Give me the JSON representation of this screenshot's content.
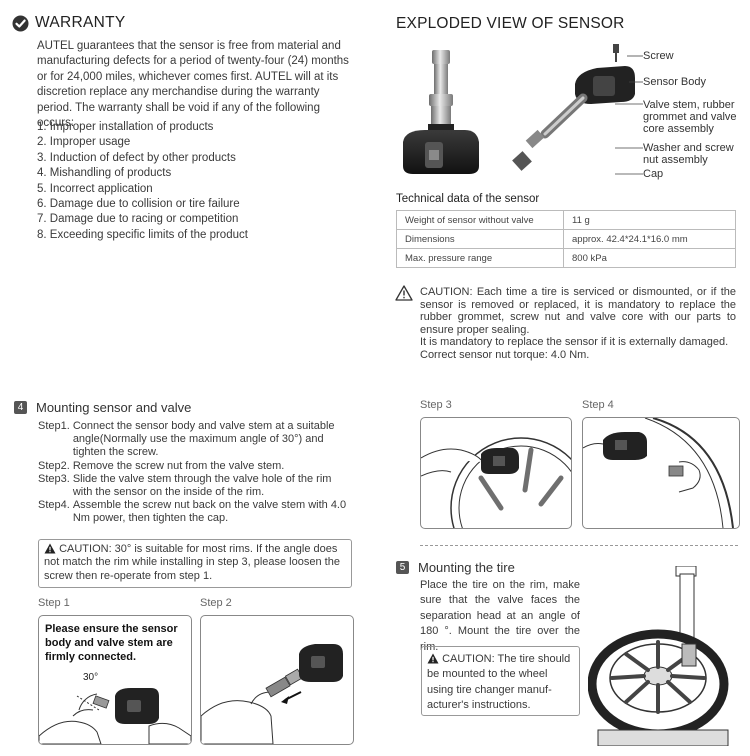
{
  "warranty": {
    "title": "WARRANTY",
    "body": "AUTEL guarantees that the sensor is free from material and manufacturing defects for a period of twenty-four (24) months or for 24,000 miles, whichever comes first. AUTEL will at its discretion replace any merchandise during the warranty period. The warranty shall be void if any of the following occurs:",
    "items": [
      "1. Improper installation of products",
      "2. Improper usage",
      "3. Induction of defect by other products",
      "4. Mishandling of products",
      "5. Incorrect application",
      "6. Damage due to collision or tire failure",
      "7. Damage due to racing or competition",
      "8. Exceeding specific limits of the product"
    ]
  },
  "exploded": {
    "title": "EXPLODED VIEW OF SENSOR",
    "labels": {
      "screw": "Screw",
      "sensor_body": "Sensor Body",
      "valve_stem": "Valve stem, rubber grommet and valve core assembly",
      "washer": "Washer and screw nut assembly",
      "cap": "Cap"
    }
  },
  "technical": {
    "title": "Technical data of the sensor",
    "rows": [
      {
        "label": "Weight of sensor without valve",
        "value": "11 g"
      },
      {
        "label": "Dimensions",
        "value": "approx. 42.4*24.1*16.0 mm"
      },
      {
        "label": "Max. pressure range",
        "value": "800 kPa"
      }
    ]
  },
  "caution_right": {
    "text1": "CAUTION: Each time a tire is serviced or dismounted, or if the sensor is removed or replaced, it is mandatory to replace the rubber grommet, screw nut and valve core with our parts to ensure proper sealing.",
    "text2": "It is mandatory to replace the sensor if it is externally damaged.",
    "text3": "Correct sensor nut torque: 4.0 Nm."
  },
  "section4": {
    "number": "4",
    "title": "Mounting sensor and valve",
    "steps": [
      {
        "label": "Step1.",
        "text": "Connect the sensor body and valve stem at a suitable angle(Normally use the maximum angle of 30°) and tighten the screw."
      },
      {
        "label": "Step2.",
        "text": "Remove the screw nut from the valve stem."
      },
      {
        "label": "Step3.",
        "text": "Slide the valve stem through the valve hole of the rim with the sensor on the inside of the rim."
      },
      {
        "label": "Step4.",
        "text": "Assemble the screw nut back on the valve stem with 4.0 Nm power, then tighten the cap."
      }
    ],
    "caution_label": "CAUTION",
    "caution_text": ":  30° is suitable for most rims. If the angle does not match the rim while installing in step 3, please loosen the screw then re-operate from step 1.",
    "step1_caption": "Step 1",
    "step2_caption": "Step 2",
    "step1_note": "Please ensure the sensor body and valve stem are firmly connected.",
    "angle_label": "30°"
  },
  "right_steps": {
    "step3_caption": "Step 3",
    "step4_caption": "Step 4"
  },
  "section5": {
    "number": "5",
    "title": "Mounting the tire",
    "body": "Place the tire on the rim, make sure that the valve faces the separation head at an angle of 180 °. Mount the tire over the rim.",
    "caution_label": "CAUTION:",
    "caution_text": " The tire should be mounted to the wheel using tire changer manuf- acturer's instructions."
  }
}
